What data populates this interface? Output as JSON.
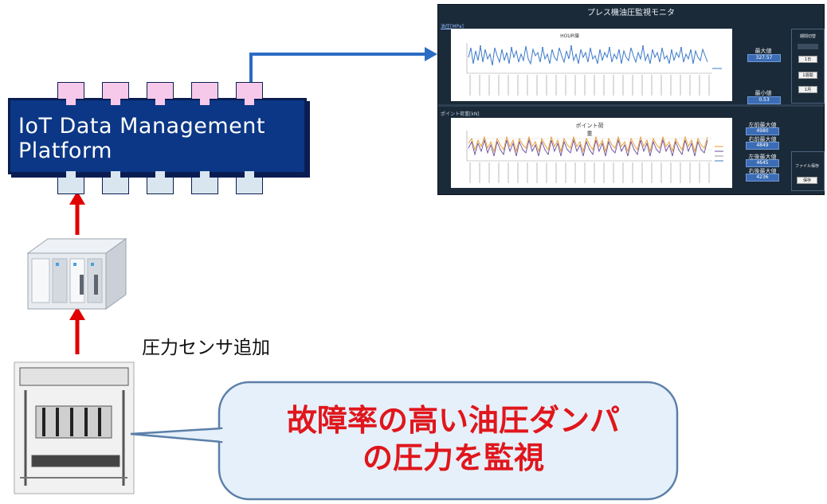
{
  "platform": {
    "line1": "IoT Data Management",
    "line2": "Platform"
  },
  "monitor": {
    "title": "プレス機油圧監視モニタ",
    "section1_label": "油圧[MPa]",
    "chart1_title": "HOUR値",
    "section2_label": "ポイント荷重[kN]",
    "chart2_title": "ポイント荷重",
    "stats_top": [
      {
        "label": "最大値",
        "value": "327.57"
      },
      {
        "label": "最小値",
        "value": "0.53"
      }
    ],
    "stats_bottom": [
      {
        "label": "左前最大値",
        "value": "4980"
      },
      {
        "label": "右前最大値",
        "value": "4849"
      },
      {
        "label": "左後最大値",
        "value": "4645"
      },
      {
        "label": "右後最大値",
        "value": "4236"
      }
    ],
    "side_panel_title": "期間切替",
    "buttons": [
      "1日",
      "1週間",
      "1月"
    ],
    "file_save_label": "ファイル保存",
    "file_save_button": "保存"
  },
  "sensor_caption": "圧力センサ追加",
  "callout": {
    "line1": "故障率の高い油圧ダンパ",
    "line2": "の圧力を監視"
  },
  "colors": {
    "platform_fill": "#0c3786",
    "connector_top": "#f6c9ea",
    "connector_bottom": "#d9e6ef",
    "flow_arrow": "#2b6cc4",
    "sensor_arrow": "#e00000",
    "callout_fill": "#e6f0fa",
    "callout_stroke": "#5b7fa8",
    "callout_text": "#e0161c"
  }
}
